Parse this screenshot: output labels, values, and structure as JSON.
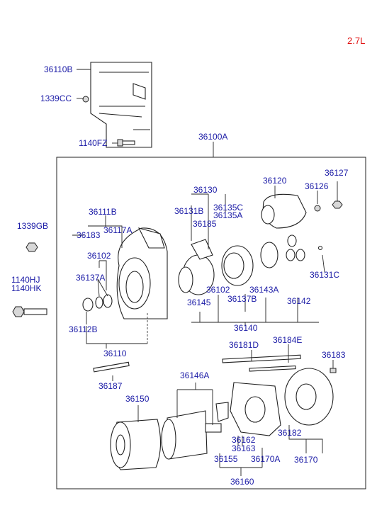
{
  "engine": "2.7L",
  "labels": {
    "p36110B": "36110B",
    "p1339CC": "1339CC",
    "p1140FZ": "1140FZ",
    "p36100A": "36100A",
    "p1339GB": "1339GB",
    "p1140HJ": "1140HJ",
    "p1140HK": "1140HK",
    "p36111B": "36111B",
    "p36183a": "36183",
    "p36117A": "36117A",
    "p36102a": "36102",
    "p36137A": "36137A",
    "p36112B": "36112B",
    "p36110": "36110",
    "p36187": "36187",
    "p36130": "36130",
    "p36131B": "36131B",
    "p36135C": "36135C",
    "p36135A": "36135A",
    "p36185": "36185",
    "p36120": "36120",
    "p36126": "36126",
    "p36127": "36127",
    "p36131C": "36131C",
    "p36102b": "36102",
    "p36143A": "36143A",
    "p36145": "36145",
    "p36137B": "36137B",
    "p36142": "36142",
    "p36140": "36140",
    "p36181D": "36181D",
    "p36184E": "36184E",
    "p36183b": "36183",
    "p36146A": "36146A",
    "p36150": "36150",
    "p36162": "36162",
    "p36163": "36163",
    "p36182": "36182",
    "p36155": "36155",
    "p36170A": "36170A",
    "p36170": "36170",
    "p36160": "36160"
  }
}
